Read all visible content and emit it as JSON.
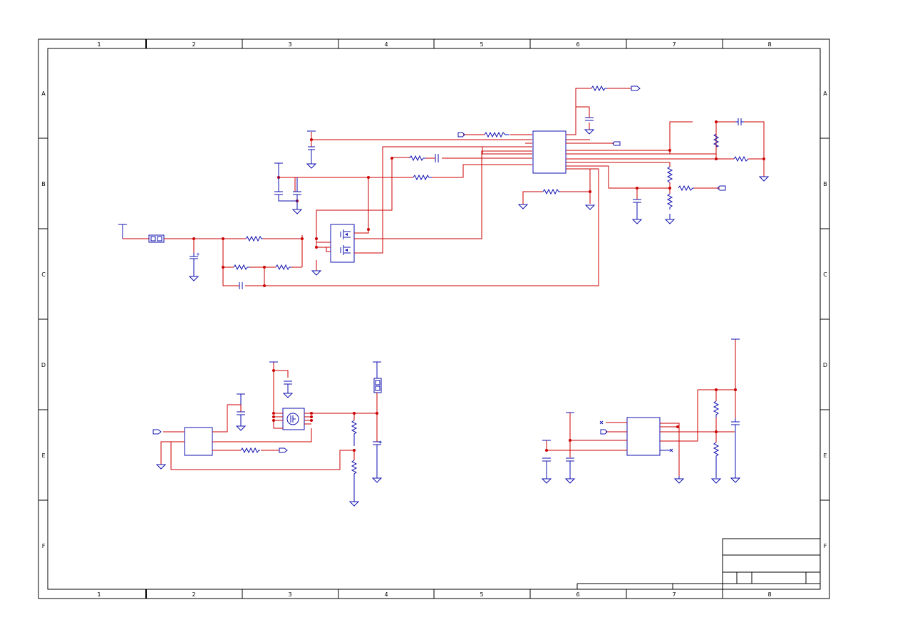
{
  "sheet": {
    "columns": [
      "1",
      "2",
      "3",
      "4",
      "5",
      "6",
      "7",
      "8"
    ],
    "rows": [
      "A",
      "B",
      "C",
      "D",
      "E",
      "F"
    ]
  },
  "colors": {
    "wire": "#cc0000",
    "component": "#1010b0",
    "frame": "#000000"
  }
}
